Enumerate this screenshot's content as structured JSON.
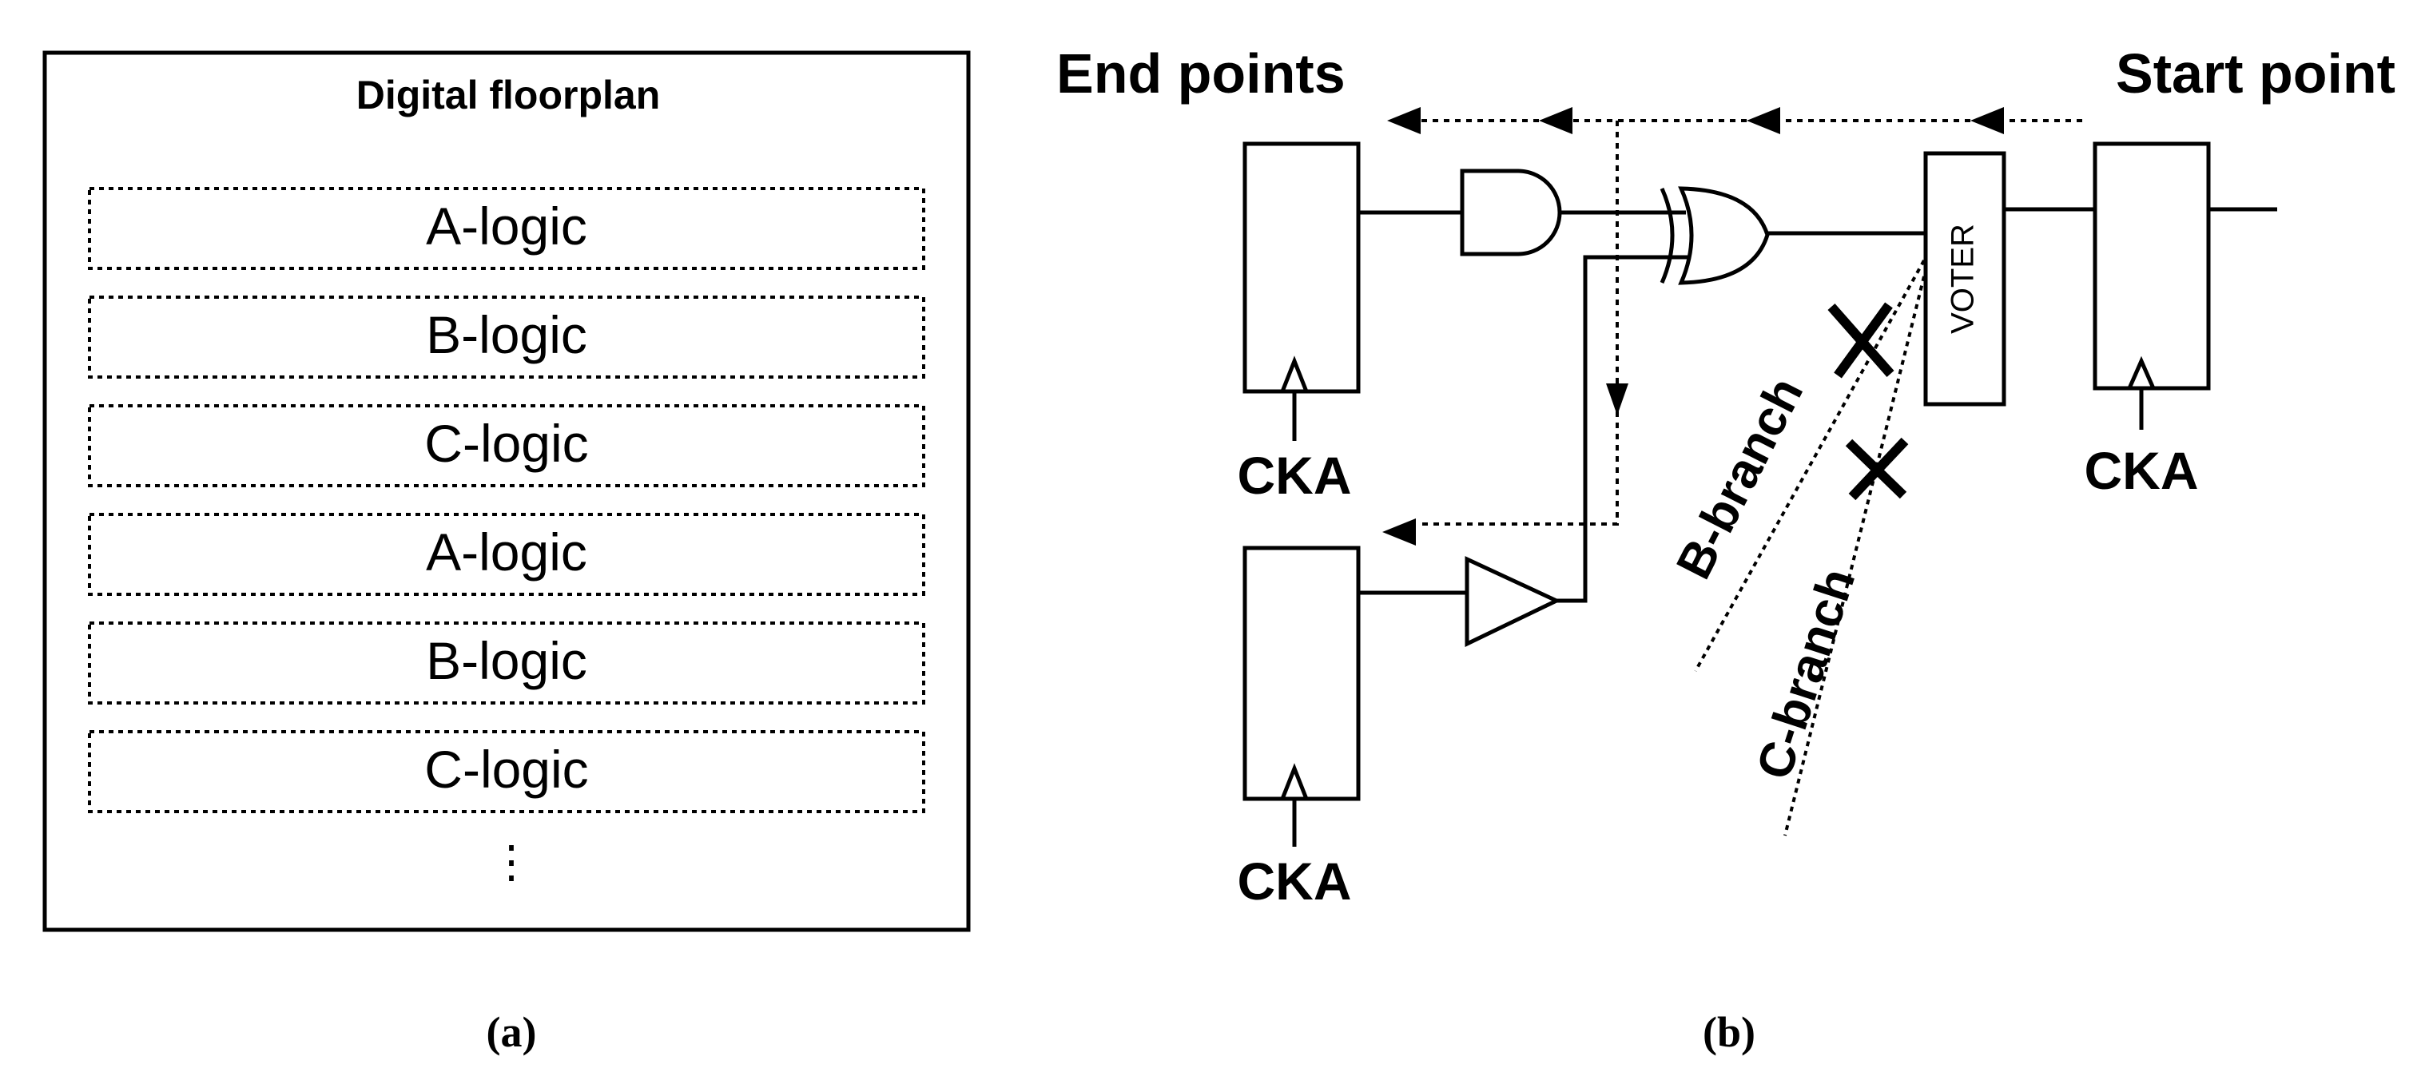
{
  "panel_a": {
    "title": "Digital floorplan",
    "rows": [
      "A-logic",
      "B-logic",
      "C-logic",
      "A-logic",
      "B-logic",
      "C-logic"
    ],
    "ellipsis": "⋮",
    "caption": "(a)"
  },
  "panel_b": {
    "end_points_label": "End points",
    "start_point_label": "Start point",
    "voter_label": "VOTER",
    "clock_labels": [
      "CKA",
      "CKA",
      "CKA"
    ],
    "b_branch_label": "B-branch",
    "c_branch_label": "C-branch",
    "caption": "(b)"
  },
  "icons": {
    "b_branch_cut": "x-mark-icon",
    "c_branch_cut": "x-mark-icon"
  }
}
